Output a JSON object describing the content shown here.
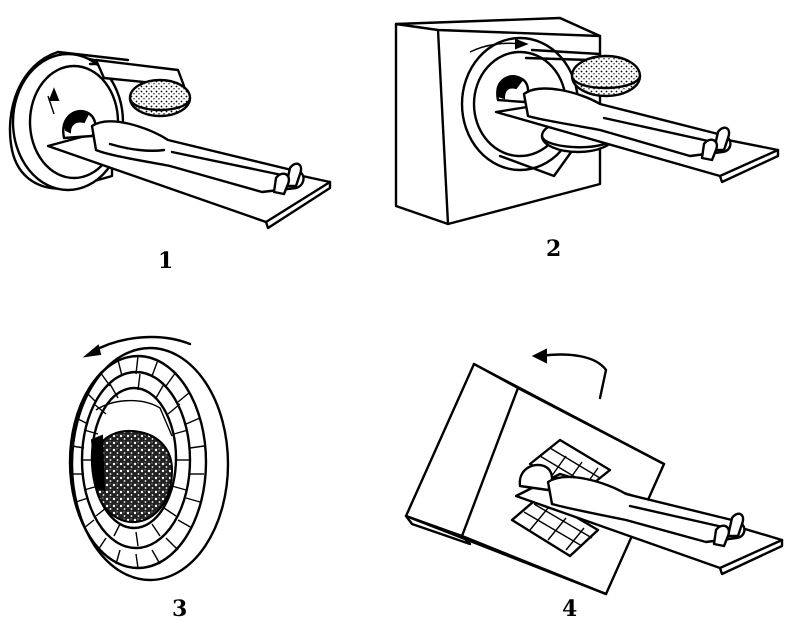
{
  "figure": {
    "panels": [
      {
        "id": 1,
        "label": "1",
        "subject": "ring-gantry-scanner-icon"
      },
      {
        "id": 2,
        "label": "2",
        "subject": "box-gantry-scanner-icon"
      },
      {
        "id": 3,
        "label": "3",
        "subject": "detector-ring-icon"
      },
      {
        "id": 4,
        "label": "4",
        "subject": "tilted-gantry-scanner-icon"
      }
    ]
  },
  "colors": {
    "ink": "#000000",
    "paper": "#ffffff"
  }
}
